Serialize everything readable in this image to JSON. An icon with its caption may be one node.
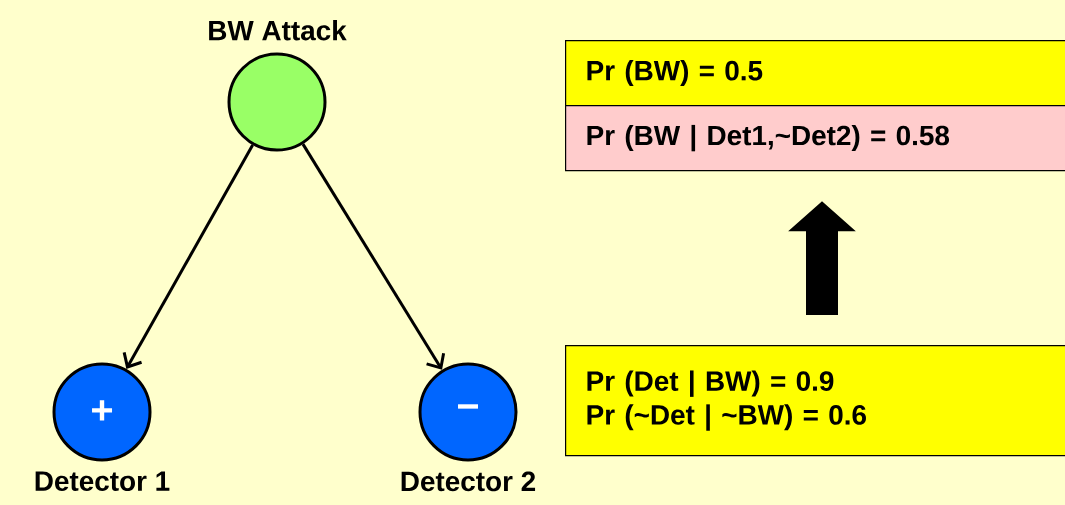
{
  "diagram": {
    "nodes": [
      {
        "text": [
          "BW Attack"
        ]
      },
      {
        "text": [
          "+",
          "Detector 1"
        ]
      },
      {
        "text": [
          "−",
          "Detector 2"
        ]
      },
      {
        "text": [
          "Pr (BW) = 0.5"
        ]
      },
      {
        "text": [
          "Pr (BW | Det1,~Det2) = 0.58"
        ]
      },
      {
        "text": [
          "Pr (Det | BW) = 0.9",
          "Pr (~Det | ~BW) = 0.6"
        ]
      }
    ],
    "edges": [
      {
        "from": 0,
        "to": 1,
        "arrow": "to"
      },
      {
        "from": 0,
        "to": 2,
        "arrow": "to"
      },
      {
        "from": 5,
        "to": 4,
        "arrow": "to",
        "style": "thick"
      }
    ]
  }
}
